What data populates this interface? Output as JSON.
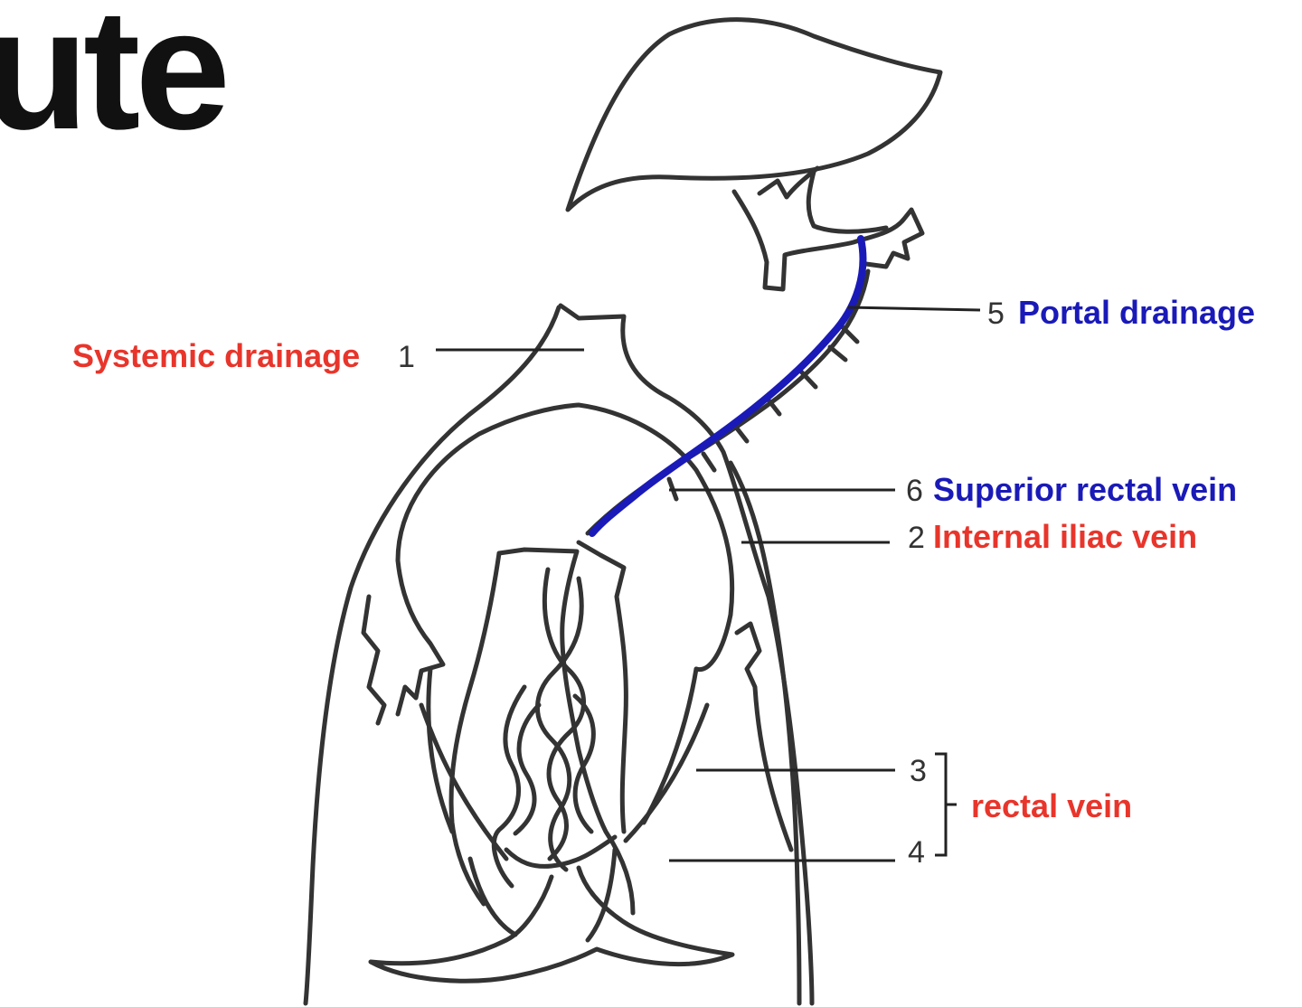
{
  "title_fragment": "ute",
  "colors": {
    "systemic": "#e8352b",
    "portal": "#1a1ab8",
    "outline": "#333333",
    "text": "#111111"
  },
  "labels": {
    "systemic_drainage": {
      "number": "1",
      "text": "Systemic drainage"
    },
    "internal_iliac_vein": {
      "number": "2",
      "text": "Internal iliac vein"
    },
    "rectal_3": {
      "number": "3"
    },
    "rectal_4": {
      "number": "4"
    },
    "rectal_vein": {
      "text": "rectal vein"
    },
    "portal_drainage": {
      "number": "5",
      "text": "Portal drainage"
    },
    "superior_rectal_vein": {
      "number": "6",
      "text": "Superior rectal vein"
    }
  }
}
